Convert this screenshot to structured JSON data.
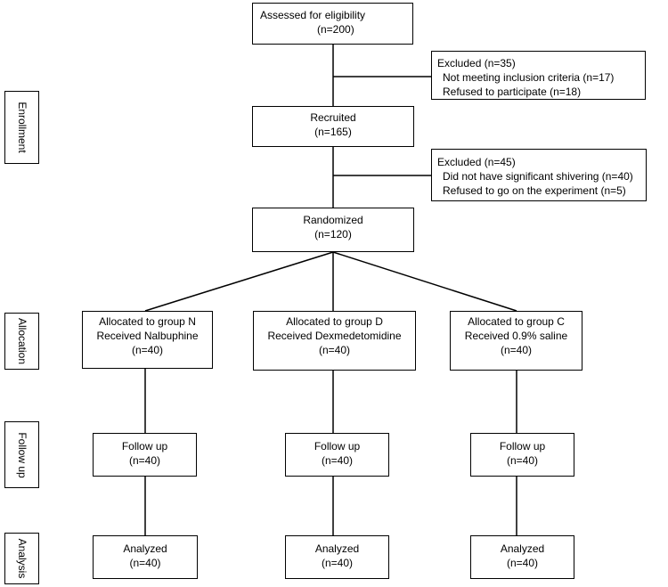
{
  "stages": {
    "enrollment": "Enrollment",
    "allocation": "Allocation",
    "follow_up": "Follow up",
    "analysis": "Analysis"
  },
  "assessed": {
    "title": "Assessed for eligibility",
    "n": "(n=200)"
  },
  "excluded_1": {
    "title": "Excluded (n=35)",
    "reasons": [
      "Not meeting inclusion criteria (n=17)",
      "Refused to participate (n=18)"
    ]
  },
  "recruited": {
    "title": "Recruited",
    "n": "(n=165)"
  },
  "excluded_2": {
    "title": "Excluded (n=45)",
    "reasons": [
      "Did not have significant shivering (n=40)",
      "Refused to go on the experiment  (n=5)"
    ]
  },
  "randomized": {
    "title": "Randomized",
    "n": "(n=120)"
  },
  "groups": [
    {
      "allocation_title": "Allocated to group N",
      "allocation_detail": "Received  Nalbuphine",
      "allocation_n": "(n=40)",
      "followup_title": "Follow up",
      "followup_n": "(n=40)",
      "analysis_title": "Analyzed",
      "analysis_n": "(n=40)"
    },
    {
      "allocation_title": "Allocated to group D",
      "allocation_detail": "Received  Dexmedetomidine",
      "allocation_n": "(n=40)",
      "followup_title": "Follow up",
      "followup_n": "(n=40)",
      "analysis_title": "Analyzed",
      "analysis_n": "(n=40)"
    },
    {
      "allocation_title": "Allocated to group C",
      "allocation_detail": "Received  0.9% saline",
      "allocation_n": "(n=40)",
      "followup_title": "Follow up",
      "followup_n": "(n=40)",
      "analysis_title": "Analyzed",
      "analysis_n": "(n=40)"
    }
  ]
}
